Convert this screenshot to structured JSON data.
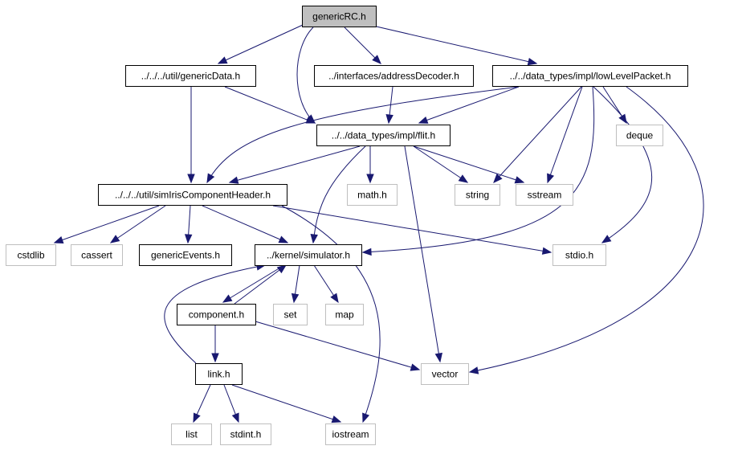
{
  "diagram": {
    "colors": {
      "edge": "#191970",
      "root_fill": "#bfbfbf",
      "local_border": "#000000",
      "system_border": "#bfbfbf"
    },
    "nodes": {
      "genericRC": {
        "label": "genericRC.h",
        "kind": "root"
      },
      "genericData": {
        "label": "../../../util/genericData.h",
        "kind": "local"
      },
      "addressDecoder": {
        "label": "../interfaces/addressDecoder.h",
        "kind": "local"
      },
      "lowLevelPacket": {
        "label": "../../data_types/impl/lowLevelPacket.h",
        "kind": "local"
      },
      "flit": {
        "label": "../../data_types/impl/flit.h",
        "kind": "local"
      },
      "deque": {
        "label": "deque",
        "kind": "system"
      },
      "simIrisHeader": {
        "label": "../../../util/simIrisComponentHeader.h",
        "kind": "local"
      },
      "math": {
        "label": "math.h",
        "kind": "system"
      },
      "string": {
        "label": "string",
        "kind": "system"
      },
      "sstream": {
        "label": "sstream",
        "kind": "system"
      },
      "cstdlib": {
        "label": "cstdlib",
        "kind": "system"
      },
      "cassert": {
        "label": "cassert",
        "kind": "system"
      },
      "genericEvents": {
        "label": "genericEvents.h",
        "kind": "local"
      },
      "simulator": {
        "label": "../kernel/simulator.h",
        "kind": "local"
      },
      "stdio": {
        "label": "stdio.h",
        "kind": "system"
      },
      "component": {
        "label": "component.h",
        "kind": "local"
      },
      "set": {
        "label": "set",
        "kind": "system"
      },
      "map": {
        "label": "map",
        "kind": "system"
      },
      "vector": {
        "label": "vector",
        "kind": "system"
      },
      "link": {
        "label": "link.h",
        "kind": "local"
      },
      "list": {
        "label": "list",
        "kind": "system"
      },
      "stdint": {
        "label": "stdint.h",
        "kind": "system"
      },
      "iostream": {
        "label": "iostream",
        "kind": "system"
      }
    },
    "edges": [
      [
        "genericRC",
        "genericData"
      ],
      [
        "genericRC",
        "flit"
      ],
      [
        "genericRC",
        "addressDecoder"
      ],
      [
        "genericRC",
        "lowLevelPacket"
      ],
      [
        "genericData",
        "flit"
      ],
      [
        "genericData",
        "simIrisHeader"
      ],
      [
        "addressDecoder",
        "flit"
      ],
      [
        "lowLevelPacket",
        "flit"
      ],
      [
        "lowLevelPacket",
        "simIrisHeader"
      ],
      [
        "lowLevelPacket",
        "deque"
      ],
      [
        "lowLevelPacket",
        "string"
      ],
      [
        "lowLevelPacket",
        "sstream"
      ],
      [
        "lowLevelPacket",
        "simulator"
      ],
      [
        "lowLevelPacket",
        "stdio"
      ],
      [
        "lowLevelPacket",
        "vector"
      ],
      [
        "flit",
        "simIrisHeader"
      ],
      [
        "flit",
        "math"
      ],
      [
        "flit",
        "string"
      ],
      [
        "flit",
        "sstream"
      ],
      [
        "flit",
        "simulator"
      ],
      [
        "flit",
        "vector"
      ],
      [
        "simIrisHeader",
        "cstdlib"
      ],
      [
        "simIrisHeader",
        "cassert"
      ],
      [
        "simIrisHeader",
        "genericEvents"
      ],
      [
        "simIrisHeader",
        "simulator"
      ],
      [
        "simIrisHeader",
        "stdio"
      ],
      [
        "simIrisHeader",
        "iostream"
      ],
      [
        "simulator",
        "component"
      ],
      [
        "simulator",
        "set"
      ],
      [
        "simulator",
        "map"
      ],
      [
        "component",
        "simulator"
      ],
      [
        "component",
        "link"
      ],
      [
        "component",
        "vector"
      ],
      [
        "link",
        "simulator"
      ],
      [
        "link",
        "list"
      ],
      [
        "link",
        "stdint"
      ],
      [
        "link",
        "iostream"
      ]
    ]
  }
}
